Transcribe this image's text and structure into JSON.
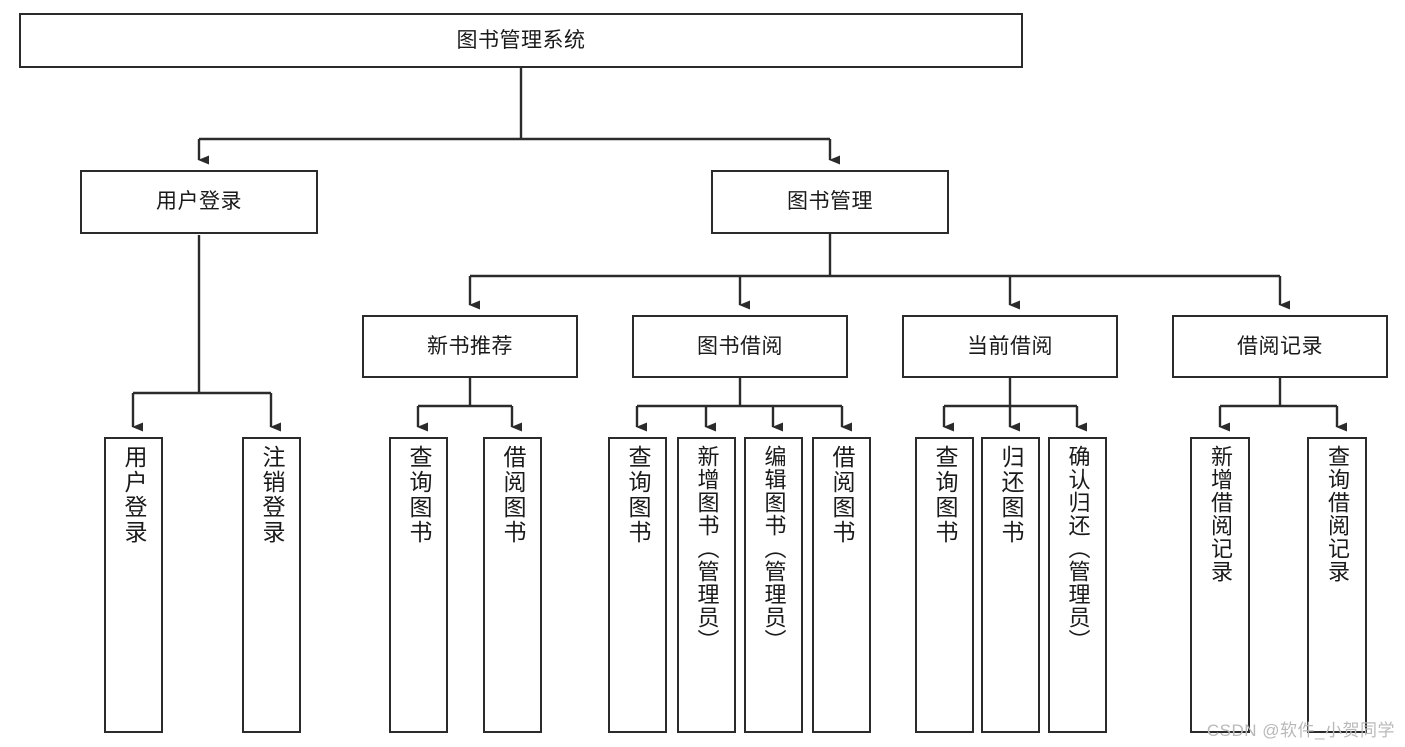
{
  "diagram": {
    "type": "tree-flowchart",
    "title": "图书管理系统",
    "watermark": "CSDN @软件_小贺同学",
    "root": {
      "id": "root",
      "label": "图书管理系统"
    },
    "level2": [
      {
        "id": "user-login",
        "label": "用户登录"
      },
      {
        "id": "book-manage",
        "label": "图书管理"
      }
    ],
    "level3": [
      {
        "id": "new-book-rec",
        "label": "新书推荐",
        "parent": "book-manage"
      },
      {
        "id": "book-borrow",
        "label": "图书借阅",
        "parent": "book-manage"
      },
      {
        "id": "current-borrow",
        "label": "当前借阅",
        "parent": "book-manage"
      },
      {
        "id": "borrow-record",
        "label": "借阅记录",
        "parent": "book-manage"
      }
    ],
    "leaves": {
      "user_login": [
        {
          "id": "leaf-user-login",
          "label": "用户登录"
        },
        {
          "id": "leaf-logout",
          "label": "注销登录"
        }
      ],
      "new_book_rec": [
        {
          "id": "leaf-query-book-1",
          "label": "查询图书"
        },
        {
          "id": "leaf-borrow-book-1",
          "label": "借阅图书"
        }
      ],
      "book_borrow": [
        {
          "id": "leaf-query-book-2",
          "label": "查询图书"
        },
        {
          "id": "leaf-add-book",
          "label": "新增图书（管理员）"
        },
        {
          "id": "leaf-edit-book",
          "label": "编辑图书（管理员）"
        },
        {
          "id": "leaf-borrow-book-2",
          "label": "借阅图书"
        }
      ],
      "current_borrow": [
        {
          "id": "leaf-query-book-3",
          "label": "查询图书"
        },
        {
          "id": "leaf-return-book",
          "label": "归还图书"
        },
        {
          "id": "leaf-confirm-return",
          "label": "确认归还（管理员）"
        }
      ],
      "borrow_record": [
        {
          "id": "leaf-add-record",
          "label": "新增借阅记录"
        },
        {
          "id": "leaf-query-record",
          "label": "查询借阅记录"
        }
      ]
    },
    "colors": {
      "stroke": "#2b2b2b",
      "fill": "#ffffff",
      "text": "#1a1a1a",
      "watermark": "#b9b9b9"
    }
  }
}
